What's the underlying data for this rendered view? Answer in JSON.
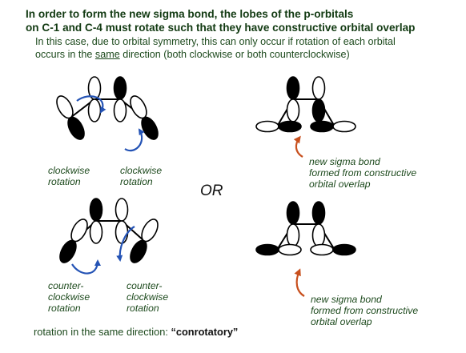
{
  "heading": {
    "line1": "In order to form the new sigma bond, the lobes of the p-orbitals",
    "line2": "on C-1 and C-4 must rotate such that they have constructive orbital overlap"
  },
  "intro": {
    "line1": "In this case, due to orbital symmetry, this can only occur if rotation of each orbital",
    "line2_before": "occurs in the ",
    "line2_underlined": "same",
    "line2_after": " direction (both clockwise or both counterclockwise)"
  },
  "top_left": {
    "label_left": [
      "clockwise",
      "rotation"
    ],
    "label_right": [
      "clockwise",
      "rotation"
    ]
  },
  "top_right": {
    "label": [
      "new sigma bond",
      "formed from constructive",
      "orbital overlap"
    ]
  },
  "or_label": "OR",
  "bottom_left": {
    "label_left": [
      "counter-",
      "clockwise",
      "rotation"
    ],
    "label_right": [
      "counter-",
      "clockwise",
      "rotation"
    ]
  },
  "bottom_right": {
    "label": [
      "new sigma bond",
      "formed from constructive",
      "orbital overlap"
    ]
  },
  "footer": {
    "text": "rotation in the same direction: ",
    "emphasis": "“conrotatory”"
  },
  "colors": {
    "rotation_arrow": "#2453b5",
    "sigma_arrow": "#c8501e",
    "orbital_fill": "#000000",
    "text_green": "#1d4a1d"
  }
}
